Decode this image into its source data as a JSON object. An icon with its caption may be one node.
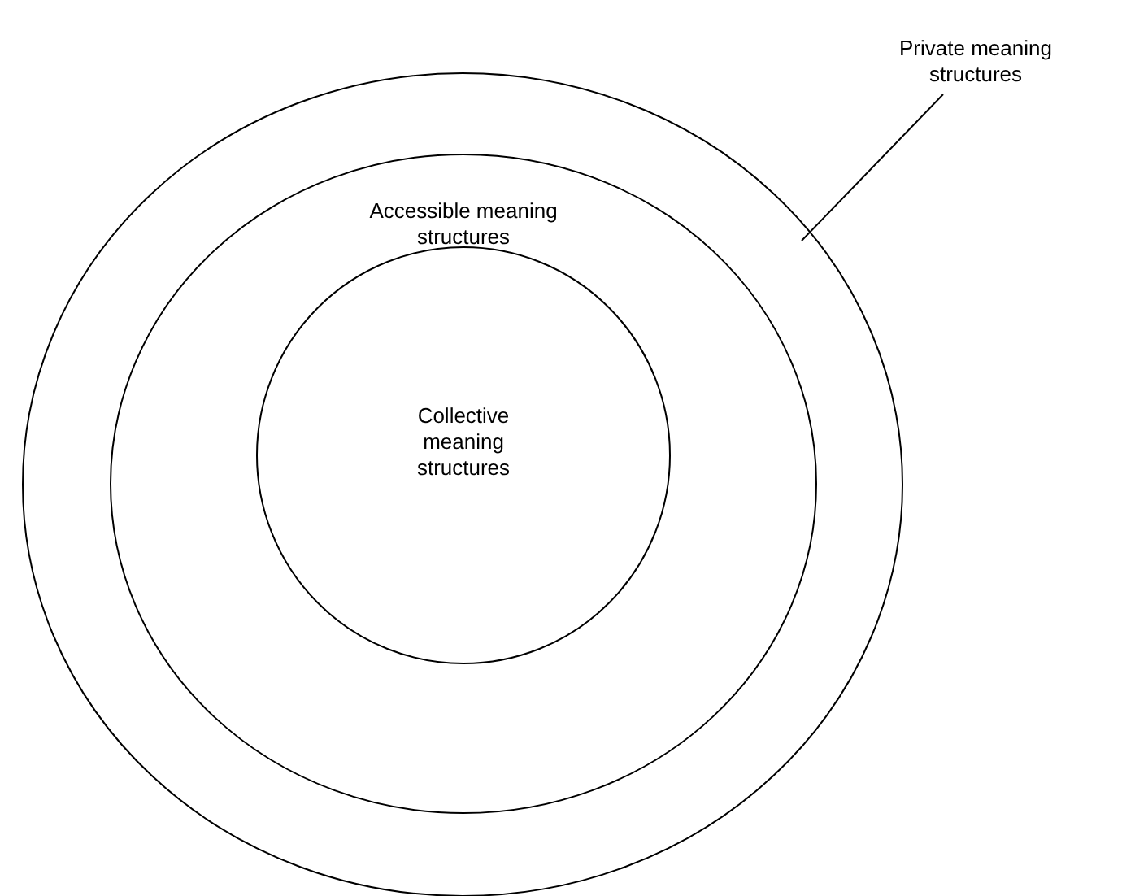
{
  "diagram": {
    "nodes": [
      {
        "text": [],
        "shape": "circle"
      },
      {
        "text": [
          "Accessible meaning structures"
        ],
        "in": 0
      },
      {
        "text": [
          "Collective meaning structures"
        ],
        "in": 1
      },
      {
        "text": [
          "Private meaning structures"
        ]
      }
    ],
    "edges": [
      {
        "from": 3,
        "to": 0,
        "arrow": "none"
      }
    ]
  }
}
